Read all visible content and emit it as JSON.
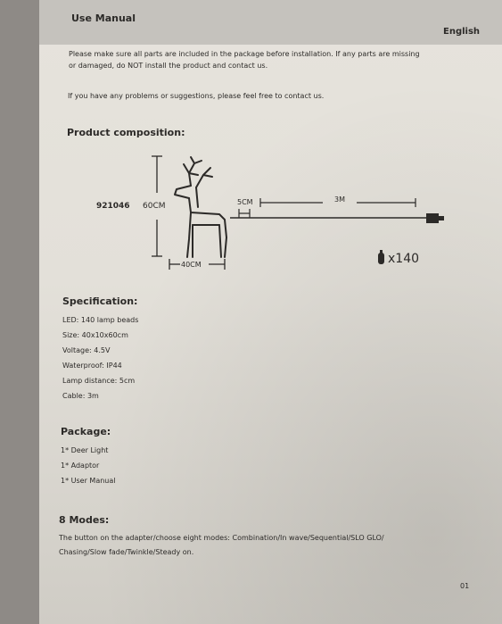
{
  "header": {
    "title": "Use Manual",
    "language": "English"
  },
  "intro": {
    "line1": "Please make sure all parts are included in the package before installation. If any parts are missing",
    "line2": "or damaged, do NOT install the product and contact us.",
    "contact": "If you have any problems or suggestions, please feel free to contact us."
  },
  "composition": {
    "title": "Product composition:",
    "model": "921046",
    "height": "60CM",
    "width": "40CM",
    "lamp_distance": "5CM",
    "cable": "3M",
    "count": "x140"
  },
  "specification": {
    "title": "Specification:",
    "items": [
      "LED: 140 lamp beads",
      "Size: 40x10x60cm",
      "Voltage: 4.5V",
      "Waterproof: IP44",
      "Lamp distance: 5cm",
      "Cable: 3m"
    ]
  },
  "package": {
    "title": "Package:",
    "items": [
      "1* Deer Light",
      "1* Adaptor",
      "1* User Manual"
    ]
  },
  "modes": {
    "title": "8 Modes:",
    "line1": "The button on the adapter/choose eight modes: Combination/In wave/Sequential/SLO GLO/",
    "line2": "Chasing/Slow fade/Twinkle/Steady on."
  },
  "page_number": "01",
  "colors": {
    "paper": "#e4e1da",
    "header": "#c5c2bd",
    "ink": "#2c2a28"
  }
}
